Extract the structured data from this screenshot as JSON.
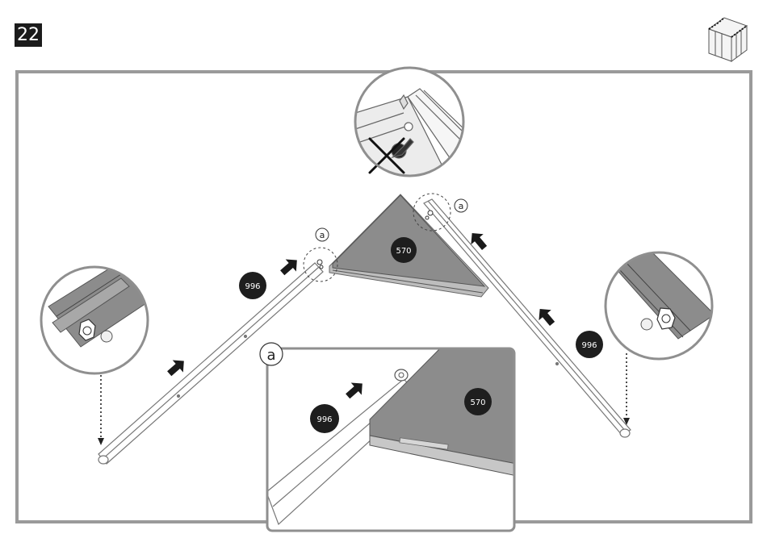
{
  "step": {
    "number": "22"
  },
  "parts": {
    "roof_bar_left": "996",
    "roof_bar_right": "996",
    "gable_panel": "570",
    "detail_bar": "996",
    "detail_panel": "570"
  },
  "callouts": {
    "letter": "a",
    "detail_letter": "a"
  },
  "icons": {
    "greenhouse_thumbnail": "greenhouse-thumbnail-icon",
    "direction_arrow": "arrow-icon",
    "prohibition": "cross-prohibition-icon"
  },
  "colors": {
    "outline": "#8f8f8f",
    "panel_fill": "#8c8c8c",
    "badge": "#1e1e1e",
    "frame": "#9a9a9a"
  }
}
